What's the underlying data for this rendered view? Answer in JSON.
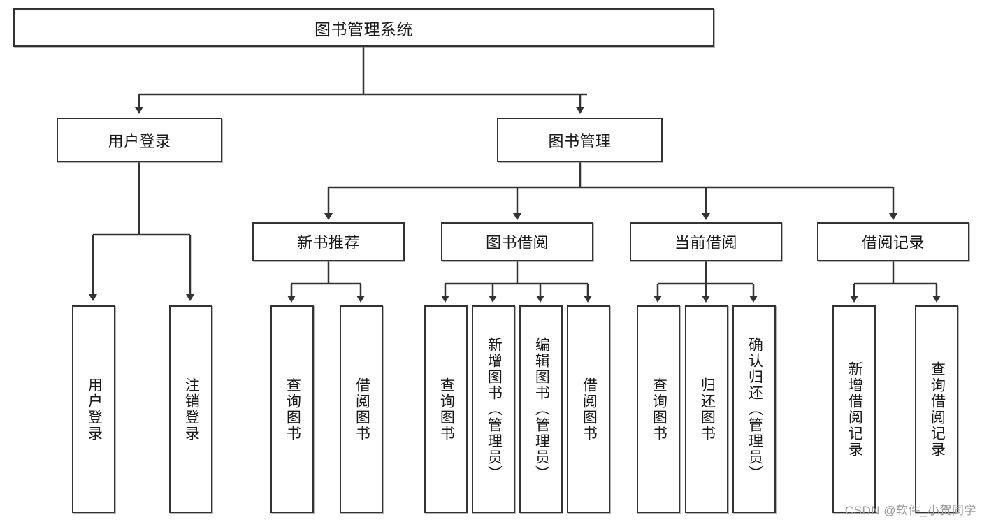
{
  "diagram": {
    "type": "tree-hierarchy-chart",
    "title": "图书管理系统",
    "style": {
      "box_border_color": "#333333",
      "box_fill": "#ffffff",
      "line_color": "#333333",
      "text_color": "#1a1a1a",
      "background": "#ffffff"
    },
    "root": {
      "label": "图书管理系统"
    },
    "level2": [
      {
        "label": "用户登录"
      },
      {
        "label": "图书管理"
      }
    ],
    "level3": [
      {
        "label": "新书推荐"
      },
      {
        "label": "图书借阅"
      },
      {
        "label": "当前借阅"
      },
      {
        "label": "借阅记录"
      }
    ],
    "leaves": {
      "user_login": [
        {
          "label": "用户登录"
        },
        {
          "label": "注销登录"
        }
      ],
      "new_book_recommend": [
        {
          "label": "查询图书"
        },
        {
          "label": "借阅图书"
        }
      ],
      "book_borrow": [
        {
          "label": "查询图书"
        },
        {
          "label": "新增图书（管理员）"
        },
        {
          "label": "编辑图书（管理员）"
        },
        {
          "label": "借阅图书"
        }
      ],
      "current_borrow": [
        {
          "label": "查询图书"
        },
        {
          "label": "归还图书"
        },
        {
          "label": "确认归还（管理员）"
        }
      ],
      "borrow_record": [
        {
          "label": "新增借阅记录"
        },
        {
          "label": "查询借阅记录"
        }
      ]
    },
    "watermark": "CSDN @软件_小贺同学"
  }
}
